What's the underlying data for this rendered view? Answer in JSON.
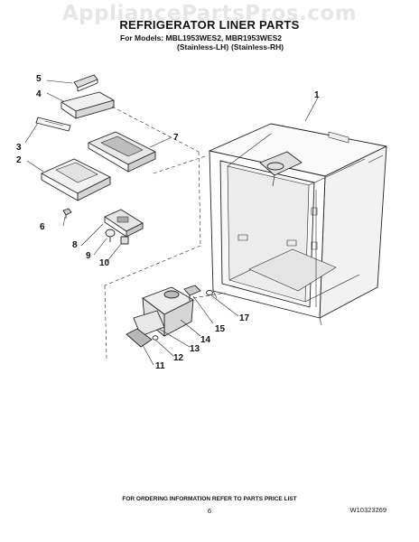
{
  "watermark": "AppliancePartsPros.com",
  "header": {
    "title": "REFRIGERATOR LINER PARTS",
    "models": "For Models: MBL1953WES2, MBR1953WES2",
    "variant_lh": "(Stainless-LH)",
    "variant_rh": "(Stainless-RH)"
  },
  "callouts": {
    "c1": "1",
    "c2": "2",
    "c3": "3",
    "c4": "4",
    "c5": "5",
    "c6": "6",
    "c7": "7",
    "c8": "8",
    "c9": "9",
    "c10": "10",
    "c11": "11",
    "c12": "12",
    "c13": "13",
    "c14": "14",
    "c15": "15",
    "c17": "17"
  },
  "footer": {
    "note": "FOR ORDERING INFORMATION REFER TO PARTS PRICE LIST",
    "page": "6",
    "part_number": "W10323269"
  }
}
